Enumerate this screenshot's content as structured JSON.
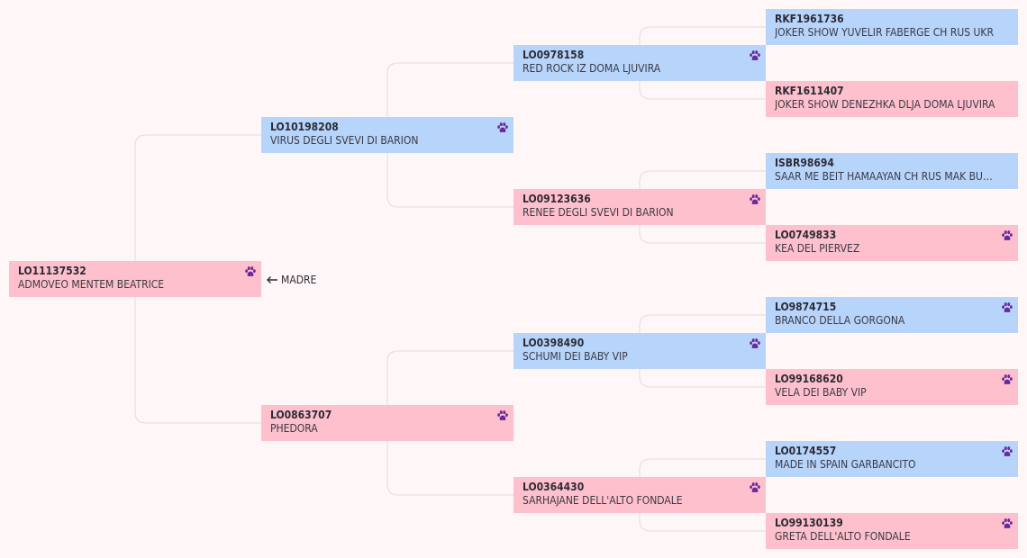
{
  "subject": {
    "reg": "LO11137532",
    "name": "ADMOVEO MENTEM BEATRICE",
    "sex": "female",
    "role_label": "MADRE"
  },
  "generation_1": [
    {
      "reg": "LO10198208",
      "name": "VIRUS DEGLI SVEVI DI BARION",
      "sex": "male"
    },
    {
      "reg": "LO0863707",
      "name": "PHEDORA",
      "sex": "female"
    }
  ],
  "generation_2": [
    {
      "reg": "LO0978158",
      "name": "RED ROCK IZ DOMA LJUVIRA",
      "sex": "male"
    },
    {
      "reg": "LO09123636",
      "name": "RENEE DEGLI SVEVI DI BARION",
      "sex": "female"
    },
    {
      "reg": "LO0398490",
      "name": "SCHUMI DEI BABY VIP",
      "sex": "male"
    },
    {
      "reg": "LO0364430",
      "name": "SARHAJANE DELL'ALTO FONDALE",
      "sex": "female"
    }
  ],
  "generation_3": [
    {
      "reg": "RKF1961736",
      "name": "JOKER SHOW YUVELIR FABERGE CH RUS UKR",
      "sex": "male",
      "paw": false
    },
    {
      "reg": "RKF1611407",
      "name": "JOKER SHOW DENEZHKA DLJA DOMA LJUVIRA",
      "sex": "female",
      "paw": false
    },
    {
      "reg": "ISBR98694",
      "name": "SAAR ME BEIT HAMAAYAN CH RUS MAK BUL GRE",
      "sex": "male",
      "paw": false
    },
    {
      "reg": "LO0749833",
      "name": "KEA DEL PIERVEZ",
      "sex": "female",
      "paw": true
    },
    {
      "reg": "LO9874715",
      "name": "BRANCO DELLA GORGONA",
      "sex": "male",
      "paw": true
    },
    {
      "reg": "LO99168620",
      "name": "VELA DEI BABY VIP",
      "sex": "female",
      "paw": true
    },
    {
      "reg": "LO0174557",
      "name": "MADE IN SPAIN GARBANCITO",
      "sex": "male",
      "paw": true
    },
    {
      "reg": "LO99130139",
      "name": "GRETA DELL'ALTO FONDALE",
      "sex": "female",
      "paw": true
    }
  ],
  "colors": {
    "male": "#b7d4fb",
    "female": "#fec0cc",
    "paw_icon": "#6a2a9e",
    "connector": "#dcdcdc",
    "background": "#fff7f7"
  }
}
